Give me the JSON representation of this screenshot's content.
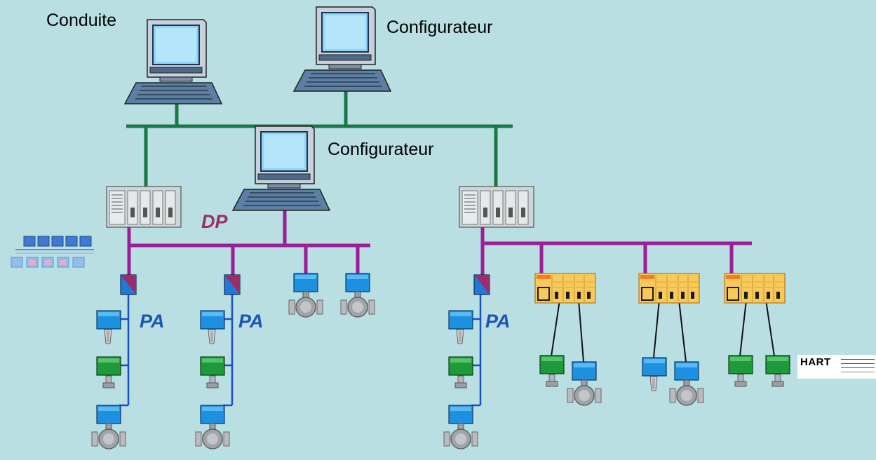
{
  "labels": {
    "conduite": "Conduite",
    "configurateur_top": "Configurateur",
    "configurateur_mid": "Configurateur",
    "dp": "DP",
    "pa_1": "PA",
    "pa_2": "PA",
    "pa_3": "PA"
  },
  "logos": {
    "profibus_icon": "profibus-logo",
    "hart_text": "HART"
  },
  "colors": {
    "background": "#b9dfe3",
    "ethernet_bus": "#1a7845",
    "dp_bus": "#9a1e96",
    "dp_label": "#9b2d6a",
    "pa_bus": "#1a4fc8",
    "pa_label": "#1b55b5",
    "hart_wire": "#000000",
    "transmitter_blue": "#1e90e0",
    "transmitter_green": "#1e9a3a",
    "io_module": "#f7c85a"
  }
}
